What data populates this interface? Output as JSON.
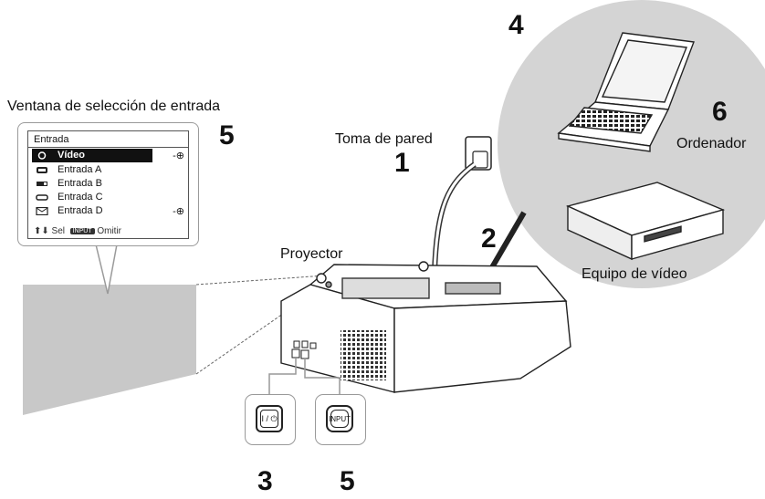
{
  "labels": {
    "menu_window_caption": "Ventana de selección de entrada",
    "wall_outlet": "Toma de pared",
    "projector": "Proyector",
    "computer": "Ordenador",
    "video_equipment": "Equipo de vídeo"
  },
  "step_numbers": {
    "outlet_cable": "1",
    "signal_cable": "2",
    "power_button": "3",
    "devices": "4",
    "menu": "5",
    "input_button": "5",
    "computer": "6"
  },
  "menu": {
    "title": "Entrada",
    "items": [
      {
        "label": "Vídeo",
        "icon": "video-icon",
        "selected": true,
        "has_signal": true
      },
      {
        "label": "Entrada A",
        "icon": "vga-icon",
        "selected": false,
        "has_signal": false
      },
      {
        "label": "Entrada B",
        "icon": "component-icon",
        "selected": false,
        "has_signal": false
      },
      {
        "label": "Entrada C",
        "icon": "hdmi-icon",
        "selected": false,
        "has_signal": false
      },
      {
        "label": "Entrada D",
        "icon": "network-icon",
        "selected": false,
        "has_signal": true
      }
    ],
    "footer_select": "Sel",
    "footer_badge": "INPUT",
    "footer_skip": "Omitir"
  },
  "buttons": {
    "power_symbol": "I / ⏻",
    "input_label": "INPUT"
  },
  "colors": {
    "device_circle": "#d4d4d4",
    "screen": "#c8c8c8",
    "outline": "#222222"
  }
}
